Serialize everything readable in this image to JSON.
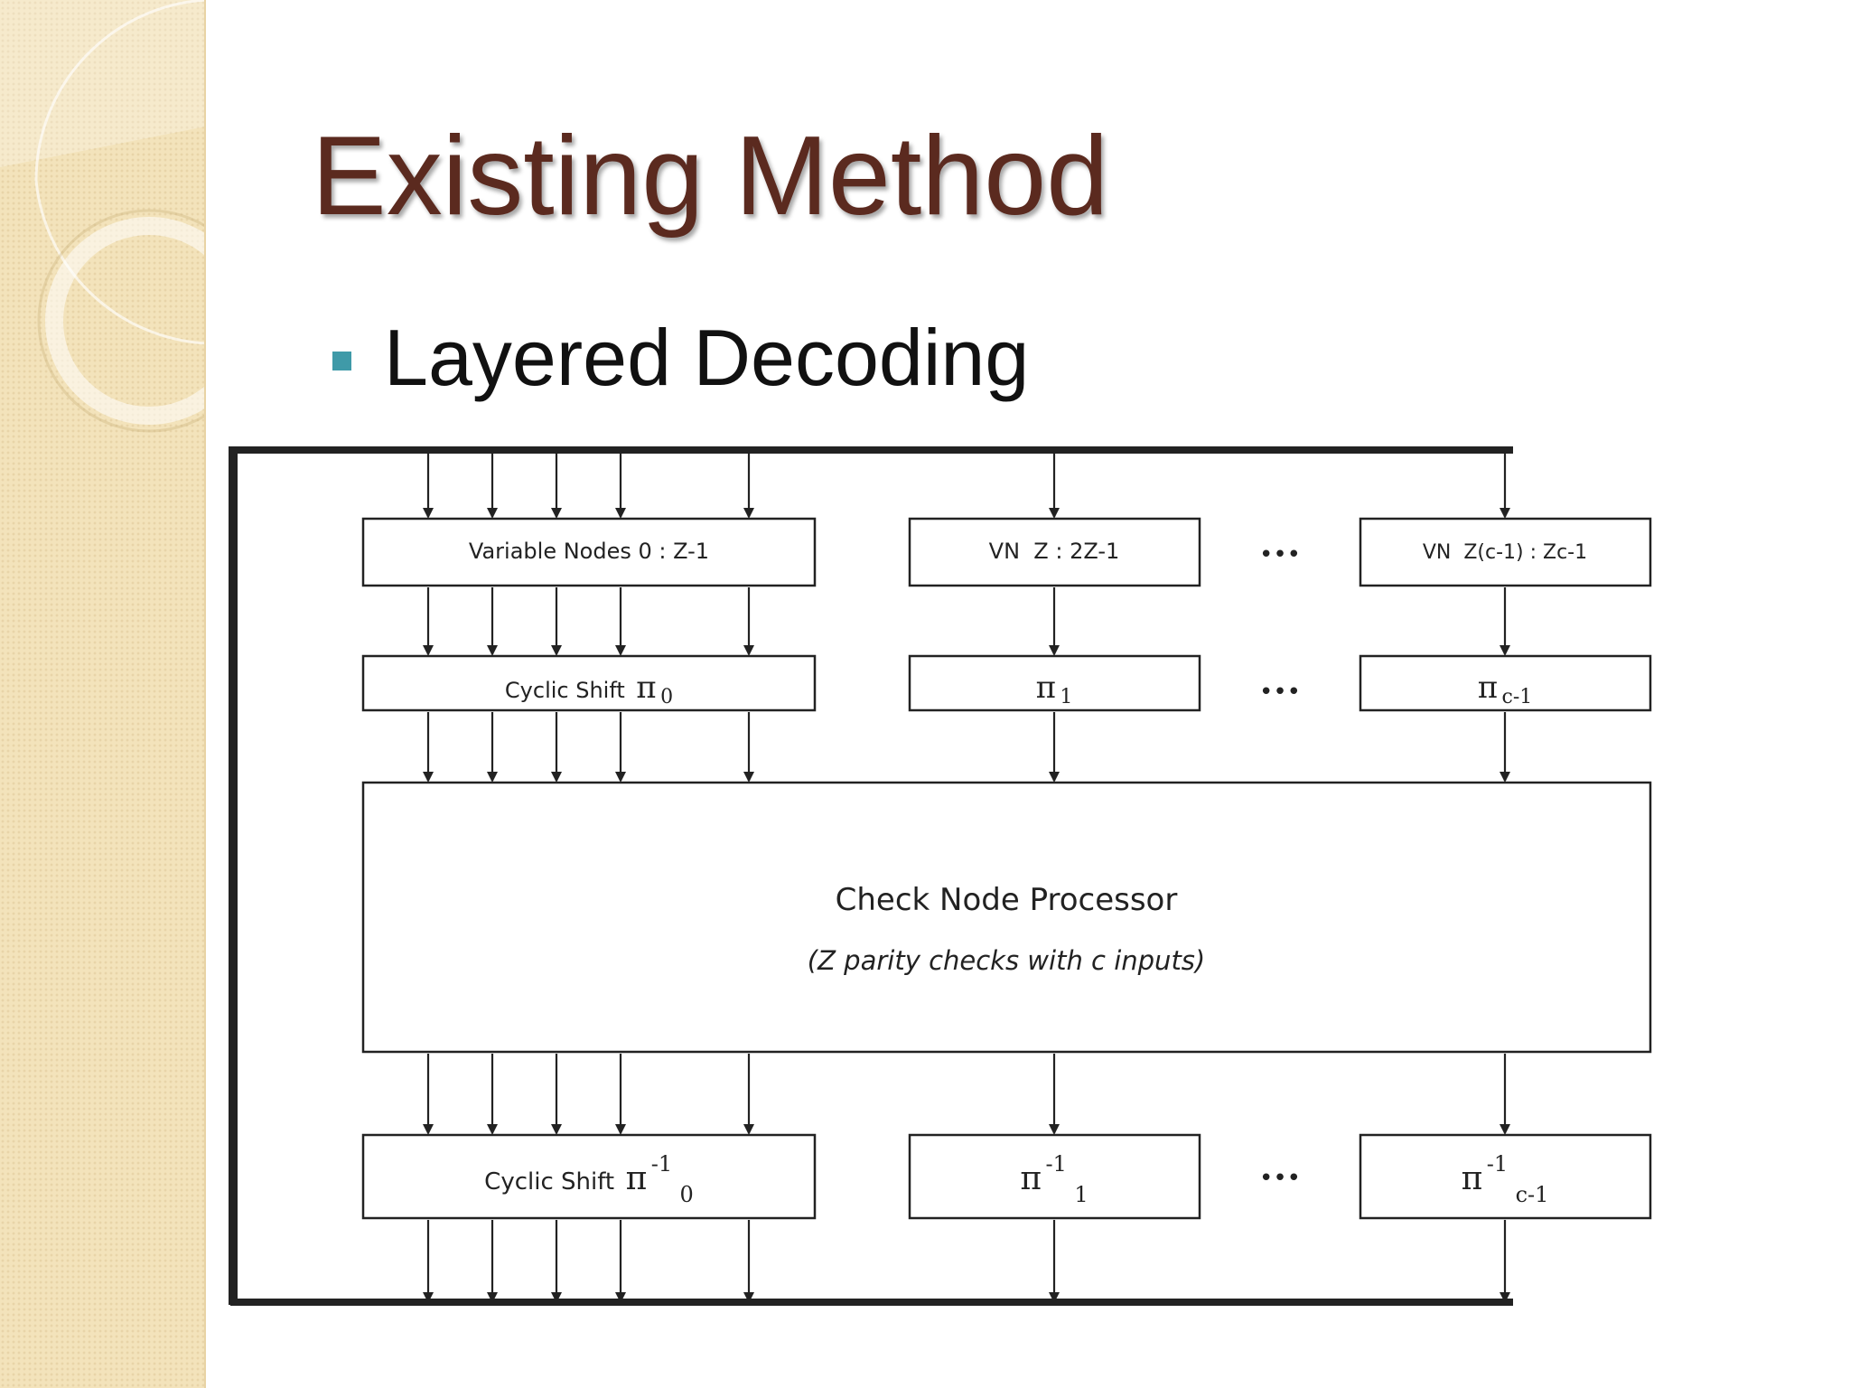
{
  "slide": {
    "title": "Existing Method",
    "bullet": "Layered Decoding"
  },
  "diagram": {
    "vn_row": [
      "Variable Nodes 0 : Z-1",
      "VN  Z : 2Z-1",
      "VN  Z(c-1) : Zc-1"
    ],
    "shift_row_prefix": "Cyclic Shift",
    "pi_symbol": "π",
    "shift_subscripts": [
      "0",
      "1",
      "c-1"
    ],
    "check_node": {
      "title": "Check Node Processor",
      "subtitle": "(Z parity checks with c inputs)"
    },
    "inverse_prefix": "Cyclic Shift",
    "inverse_superscript": "-1",
    "inverse_subscripts": [
      "0",
      "1",
      "c-1"
    ],
    "ellipsis": "•••"
  },
  "colors": {
    "title": "#5b2a1f",
    "bullet": "#3f9aa8",
    "sidebar": "#f3e3bb",
    "line": "#222222"
  }
}
